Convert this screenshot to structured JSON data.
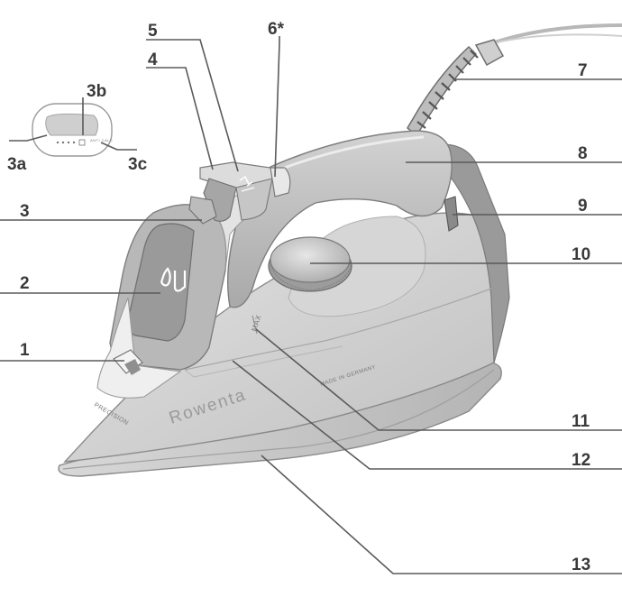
{
  "callouts": {
    "c1": "1",
    "c2": "2",
    "c3": "3",
    "c3a": "3a",
    "c3b": "3b",
    "c3c": "3c",
    "c4": "4",
    "c5": "5",
    "c6": "6*",
    "c7": "7",
    "c8": "8",
    "c9": "9",
    "c10": "10",
    "c11": "11",
    "c12": "12",
    "c13": "13"
  },
  "iron_text": {
    "brand": "Rowenta",
    "made_in": "MADE IN GERMANY",
    "max": "MAX",
    "precision": "PRECISION",
    "anti_calc": "ANTI CALC"
  },
  "colors": {
    "line": "#5a5a5a",
    "body_light": "#d9d9d9",
    "body_mid": "#bdbdbd",
    "body_dark": "#8e8e8e",
    "soleplate": "#c8c8c8"
  }
}
